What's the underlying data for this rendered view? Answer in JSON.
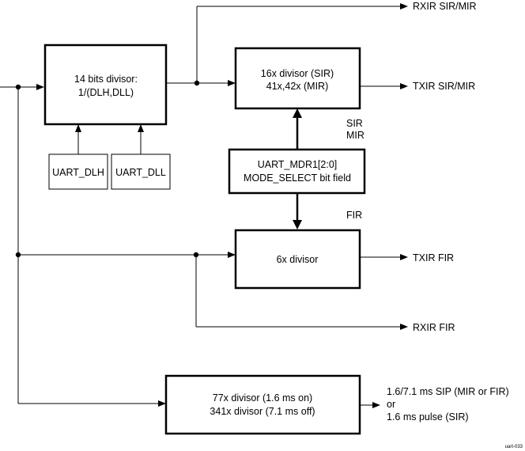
{
  "blocks": {
    "divisor14": {
      "line1": "14 bits divisor:",
      "line2": "1/(DLH,DLL)"
    },
    "uart_dlh": "UART_DLH",
    "uart_dll": "UART_DLL",
    "divisor16": {
      "line1": "16x divisor (SIR)",
      "line2": "41x,42x (MIR)"
    },
    "mdr1": {
      "line1": "UART_MDR1[2:0]",
      "line2": "MODE_SELECT bit field"
    },
    "divisor6": "6x divisor",
    "divisor77": {
      "line1": "77x divisor (1.6 ms on)",
      "line2": "341x divisor (7.1 ms off)"
    }
  },
  "labels": {
    "sir": "SIR",
    "mir": "MIR",
    "fir": "FIR"
  },
  "outputs": {
    "rxir_sir_mir": "RXIR SIR/MIR",
    "txir_sir_mir": "TXIR SIR/MIR",
    "txir_fir": "TXIR FIR",
    "rxir_fir": "RXIR FIR",
    "pulse_line1": "1.6/7.1 ms SIP (MIR or FIR)",
    "pulse_line2": "or",
    "pulse_line3": "1.6 ms pulse (SIR)"
  },
  "figure_id": "uart-033"
}
